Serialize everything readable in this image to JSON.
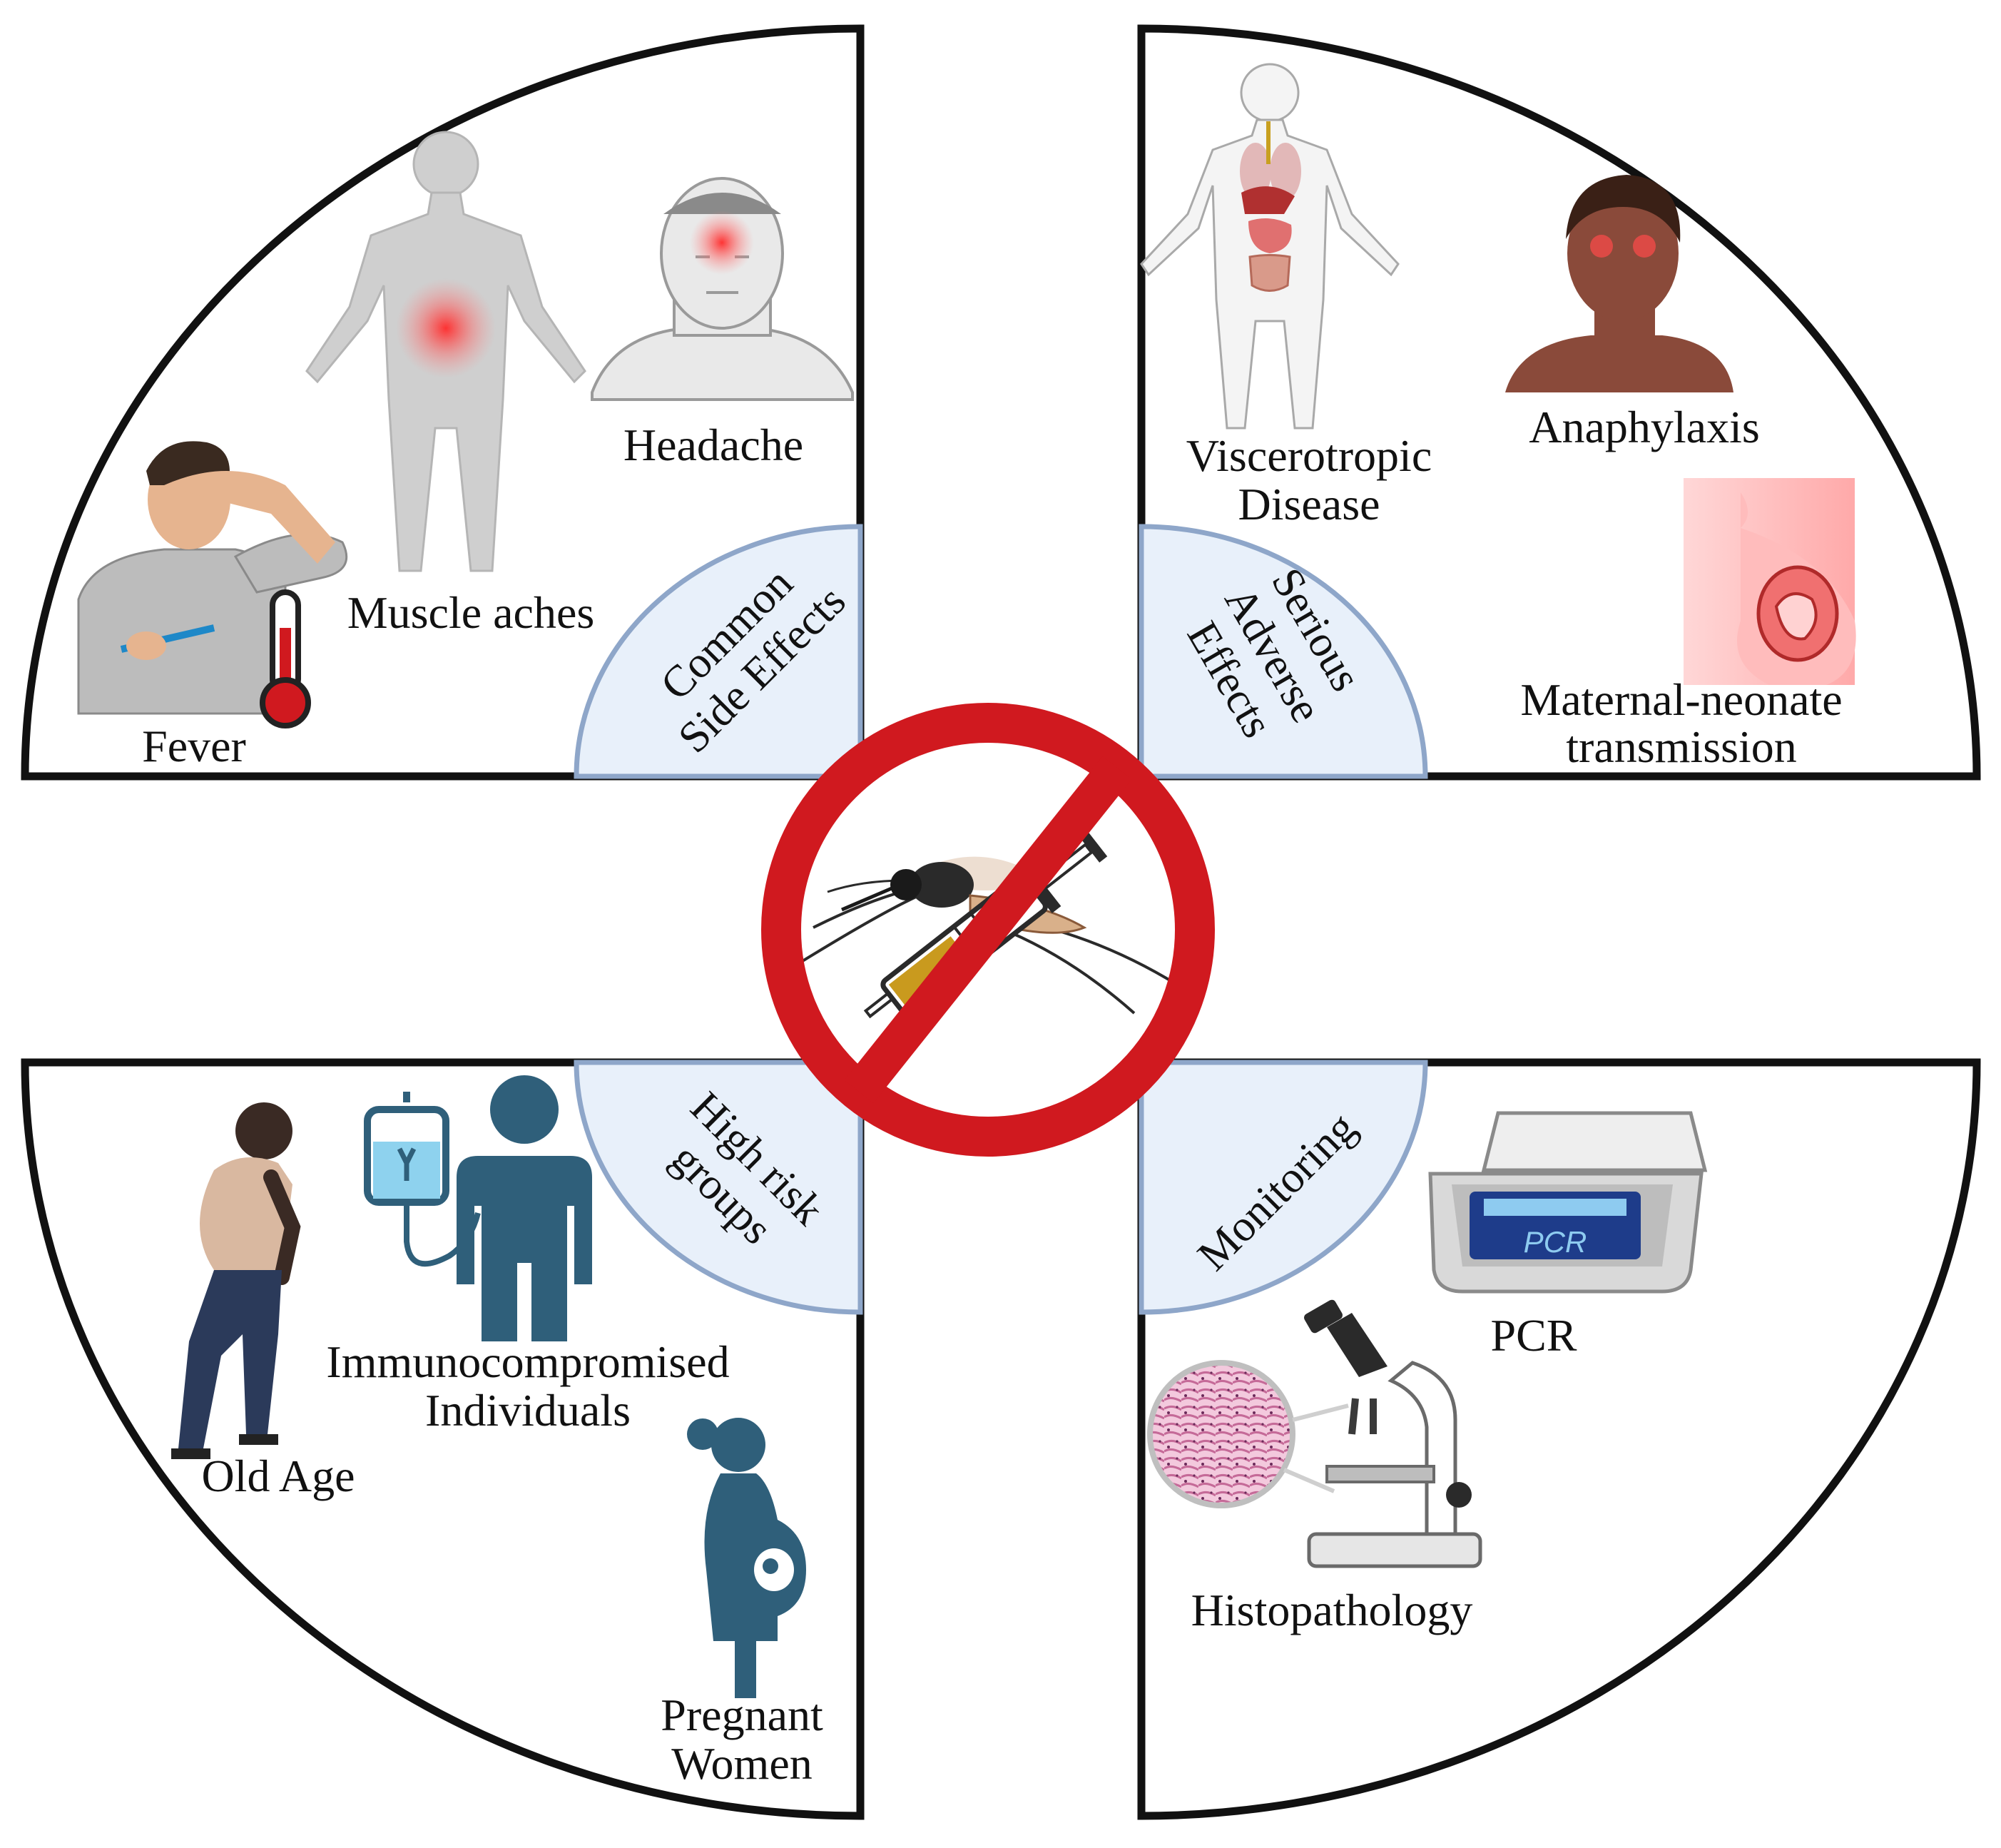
{
  "colors": {
    "outline": "#111111",
    "tab_fill": "#e8f0fa",
    "tab_stroke": "#8ea6c9",
    "prohibition_red": "#d0191f",
    "figure_teal": "#2f5f7a",
    "skin": "#e6b48f",
    "glow_red": "#ff3b3b"
  },
  "quadrants": {
    "common": {
      "tab_lines": [
        "Common",
        "Side Effects"
      ],
      "items": {
        "headache": "Headache",
        "muscle": "Muscle aches",
        "fever": "Fever"
      }
    },
    "serious": {
      "tab_lines": [
        "Serious",
        "Adverse",
        "Effects"
      ],
      "items": {
        "visc_1": "Viscerotropic",
        "visc_2": "Disease",
        "anaphylaxis": "Anaphylaxis",
        "mat_1": "Maternal-neonate",
        "mat_2": "transmission"
      }
    },
    "risk": {
      "tab_lines": [
        "High risk",
        "groups"
      ],
      "items": {
        "immuno_1": "Immunocompromised",
        "immuno_2": "Individuals",
        "old_age": "Old Age",
        "preg_1": "Pregnant",
        "preg_2": "Women"
      }
    },
    "monitoring": {
      "tab_lines": [
        "Monitoring"
      ],
      "items": {
        "pcr": "PCR",
        "pcr_screen": "PCR",
        "histo": "Histopathology"
      }
    }
  },
  "icons": [
    "back-pain-body-icon",
    "headache-face-icon",
    "fever-person-icon",
    "thermometer-icon",
    "organ-body-icon",
    "anaphylaxis-face-icon",
    "pregnant-belly-icon",
    "iv-bag-icon",
    "person-icon",
    "elderly-person-icon",
    "pregnant-woman-icon",
    "pcr-machine-icon",
    "microscope-icon",
    "tissue-slide-icon",
    "prohibition-sign-icon",
    "mosquito-icon",
    "syringe-icon"
  ]
}
